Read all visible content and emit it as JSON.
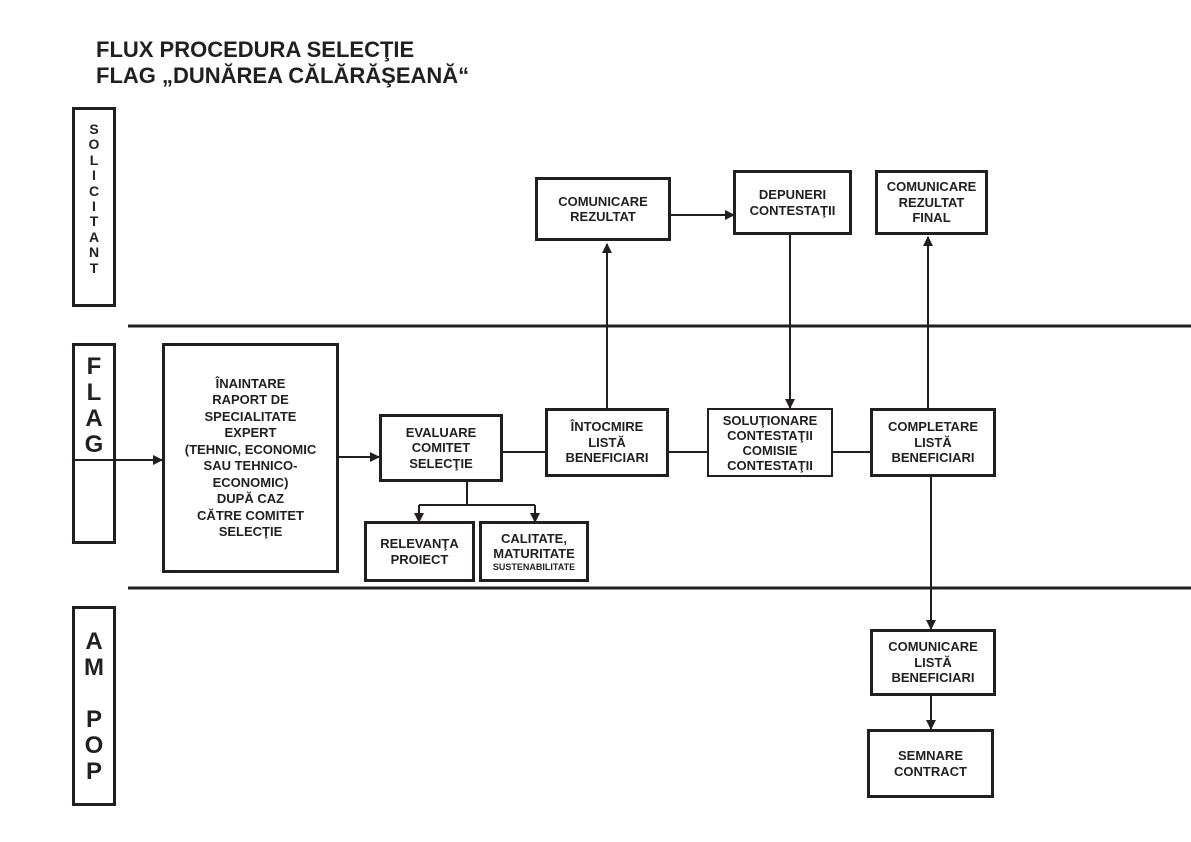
{
  "title": {
    "line1": "FLUX PROCEDURA SELECŢIE",
    "line2": "FLAG „DUNĂREA CĂLĂRĂŞEANĂ“"
  },
  "lanes": {
    "solicitant": [
      "S",
      "O",
      "L",
      "I",
      "C",
      "I",
      "T",
      "A",
      "N",
      "T"
    ],
    "flag": [
      "F",
      "L",
      "A",
      "G"
    ],
    "am_pop": [
      "A",
      "M",
      "",
      "P",
      "O",
      "P"
    ]
  },
  "boxes": {
    "inaintare": "ÎNAINTARE\nRAPORT DE\nSPECIALITATE\nEXPERT\n(TEHNIC, ECONOMIC\nSAU TEHNICO-\nECONOMIC)\nDUPĂ CAZ\nCĂTRE COMITET\nSELECŢIE",
    "evaluare": "EVALUARE\nCOMITET\nSELECŢIE",
    "relevanta": "RELEVANŢA\nPROIECT",
    "calitate": "CALITATE,\nMATURITATE",
    "sustenabilitate": "SUSTENABILITATE",
    "intocmire": "ÎNTOCMIRE\nLISTĂ\nBENEFICIARI",
    "comunicare_rezultat": "COMUNICARE\nREZULTAT",
    "depuneri": "DEPUNERI\nCONTESTAŢII",
    "solutionare": "SOLUŢIONARE\nCONTESTAŢII\nCOMISIE\nCONTESTAŢII",
    "completare": "COMPLETARE\nLISTĂ\nBENEFICIARI",
    "comunicare_final": "COMUNICARE\nREZULTAT\nFINAL",
    "comunicare_lista": "COMUNICARE\nLISTĂ\nBENEFICIARI",
    "semnare": "SEMNARE\nCONTRACT"
  }
}
